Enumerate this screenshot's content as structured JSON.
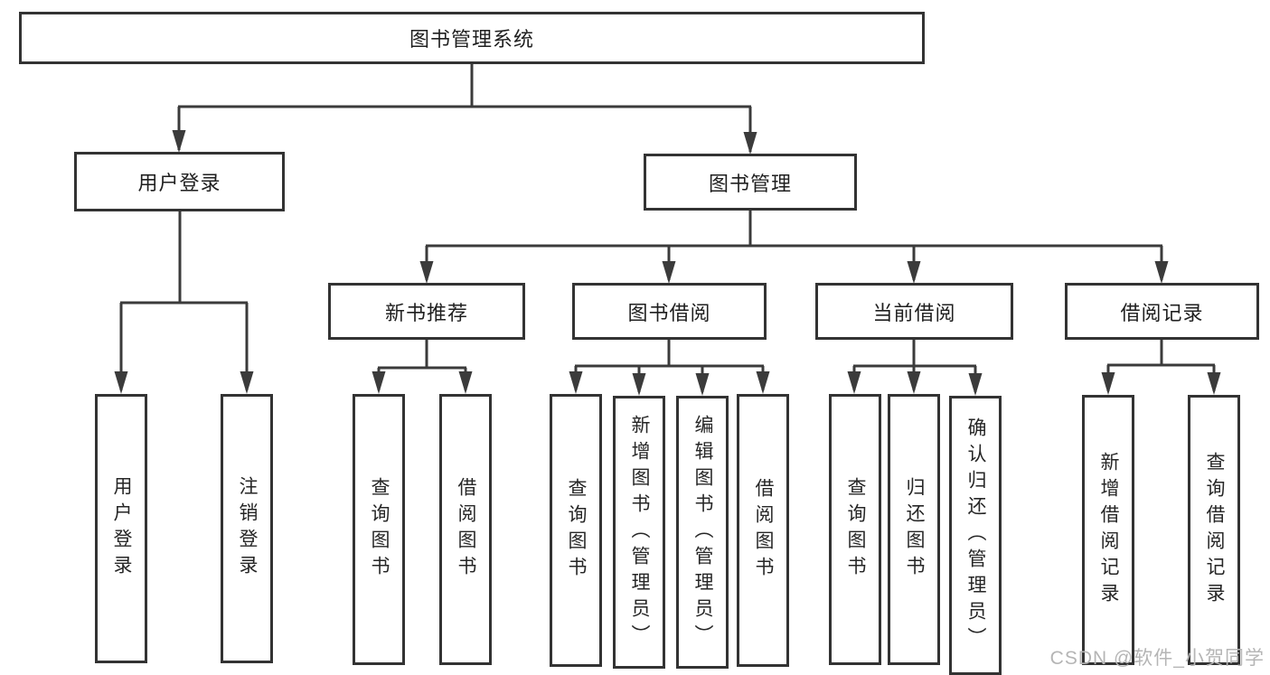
{
  "diagram": {
    "root": {
      "label": "图书管理系统"
    },
    "branches": [
      {
        "label": "用户登录",
        "children": [
          {
            "label": "用户登录"
          },
          {
            "label": "注销登录"
          }
        ]
      },
      {
        "label": "图书管理",
        "children": [
          {
            "label": "新书推荐",
            "children": [
              {
                "label": "查询图书"
              },
              {
                "label": "借阅图书"
              }
            ]
          },
          {
            "label": "图书借阅",
            "children": [
              {
                "label": "查询图书"
              },
              {
                "label": "新增图书（管理员）"
              },
              {
                "label": "编辑图书（管理员）"
              },
              {
                "label": "借阅图书"
              }
            ]
          },
          {
            "label": "当前借阅",
            "children": [
              {
                "label": "查询图书"
              },
              {
                "label": "归还图书"
              },
              {
                "label": "确认归还（管理员）"
              }
            ]
          },
          {
            "label": "借阅记录",
            "children": [
              {
                "label": "新增借阅记录"
              },
              {
                "label": "查询借阅记录"
              }
            ]
          }
        ]
      }
    ]
  },
  "watermark": {
    "text": "CSDN @软件_小贺同学"
  },
  "colors": {
    "line": "#3b3b3b",
    "border": "#333333",
    "text": "#1f1f1f",
    "watermark": "#b5b5b5",
    "background": "#ffffff"
  }
}
